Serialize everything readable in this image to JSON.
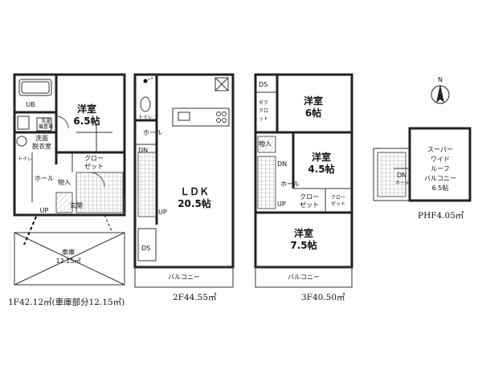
{
  "floors": {
    "f1": {
      "caption": "1F42.12㎡(車庫部分12.15㎡)",
      "rooms": {
        "ub": "UB",
        "western_name": "洋室",
        "western_size": "6.5帖",
        "washroom": [
          "洗面",
          "脱衣室"
        ],
        "closet": [
          "クロー",
          "ゼット"
        ],
        "storage": "物入",
        "toilet": "トイレ",
        "hall": "ホール",
        "up": "UP",
        "entrance": "玄関",
        "garage_name": "車庫",
        "garage_size": "12.15㎡",
        "washer": [
          "洗濯",
          "機置場"
        ]
      }
    },
    "f2": {
      "caption": "2F44.55㎡",
      "rooms": {
        "ldk_name": "ＬＤＫ",
        "ldk_size": "20.5帖",
        "toilet": "トイレ",
        "hall": "ホール",
        "dn": "DN",
        "up": "UP",
        "ds": "DS",
        "balcony": "バルコニー"
      }
    },
    "f3": {
      "caption": "3F40.50㎡",
      "rooms": {
        "ds": "DS",
        "west1_name": "洋室",
        "west1_size": "6帖",
        "wic": [
          "ゼク",
          "クロ",
          "ット"
        ],
        "storage": "物入",
        "west2_name": "洋室",
        "west2_size": "4.5帖",
        "hall": "ホール",
        "dn": "DN",
        "up": "UP",
        "closet": [
          "クロー",
          "ゼット"
        ],
        "closet_small": [
          "クロー",
          "ゼット"
        ],
        "west3_name": "洋室",
        "west3_size": "7.5帖",
        "balcony": "バルコニー"
      }
    },
    "ph": {
      "caption": "PHF4.05㎡",
      "rooms": {
        "roof_lines": [
          "スーパー",
          "ワイド",
          "ルーフ",
          "バルコニー",
          "6.5帖"
        ],
        "dn": "DN",
        "hall": "ホール"
      }
    }
  },
  "compass": {
    "label": "N"
  }
}
